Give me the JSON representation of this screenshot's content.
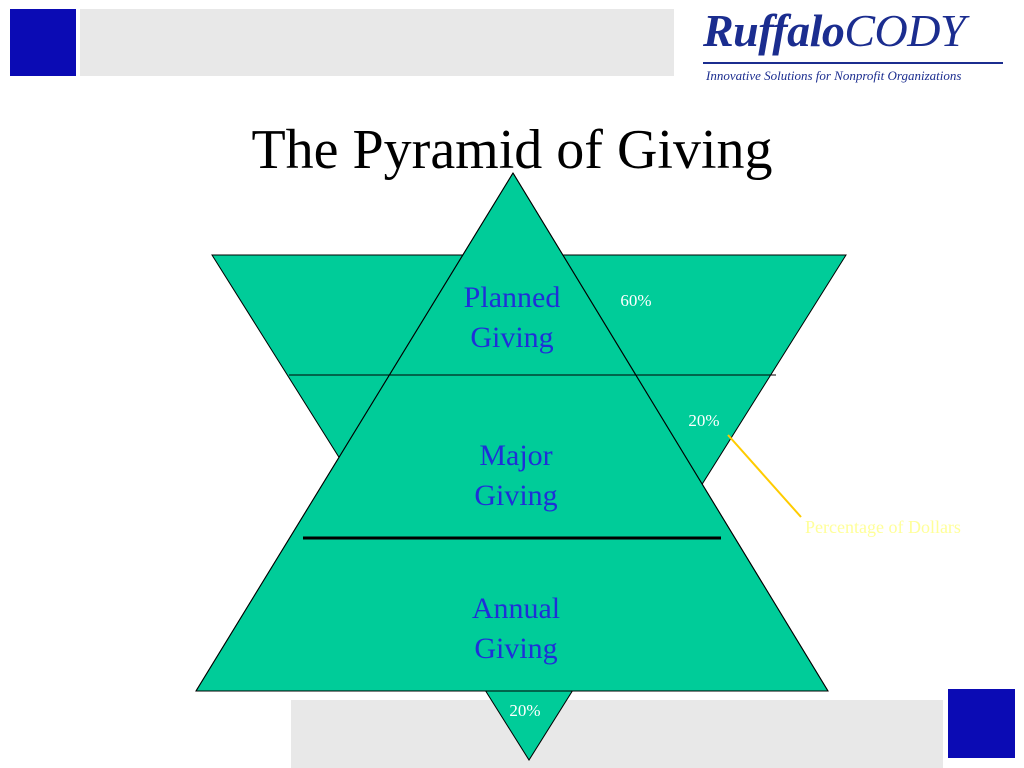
{
  "logo": {
    "name_part1": "Ruffalo",
    "name_part2": "CODY",
    "tagline": "Innovative Solutions for Nonprofit Organizations"
  },
  "title": "The Pyramid of Giving",
  "pyramid": {
    "levels": [
      {
        "line1": "Planned",
        "line2": "Giving"
      },
      {
        "line1": "Major",
        "line2": "Giving"
      },
      {
        "line1": "Annual",
        "line2": "Giving"
      }
    ]
  },
  "inverted": {
    "percentages": [
      "60%",
      "20%",
      "20%"
    ]
  },
  "callout": {
    "text": "Percentage of Dollars"
  },
  "colors": {
    "fill": "#00cc99",
    "accent_square": "#0b0bb4",
    "label_text": "#1f2fd8",
    "callout_line": "#ffcc00",
    "callout_text": "#ffff99"
  }
}
